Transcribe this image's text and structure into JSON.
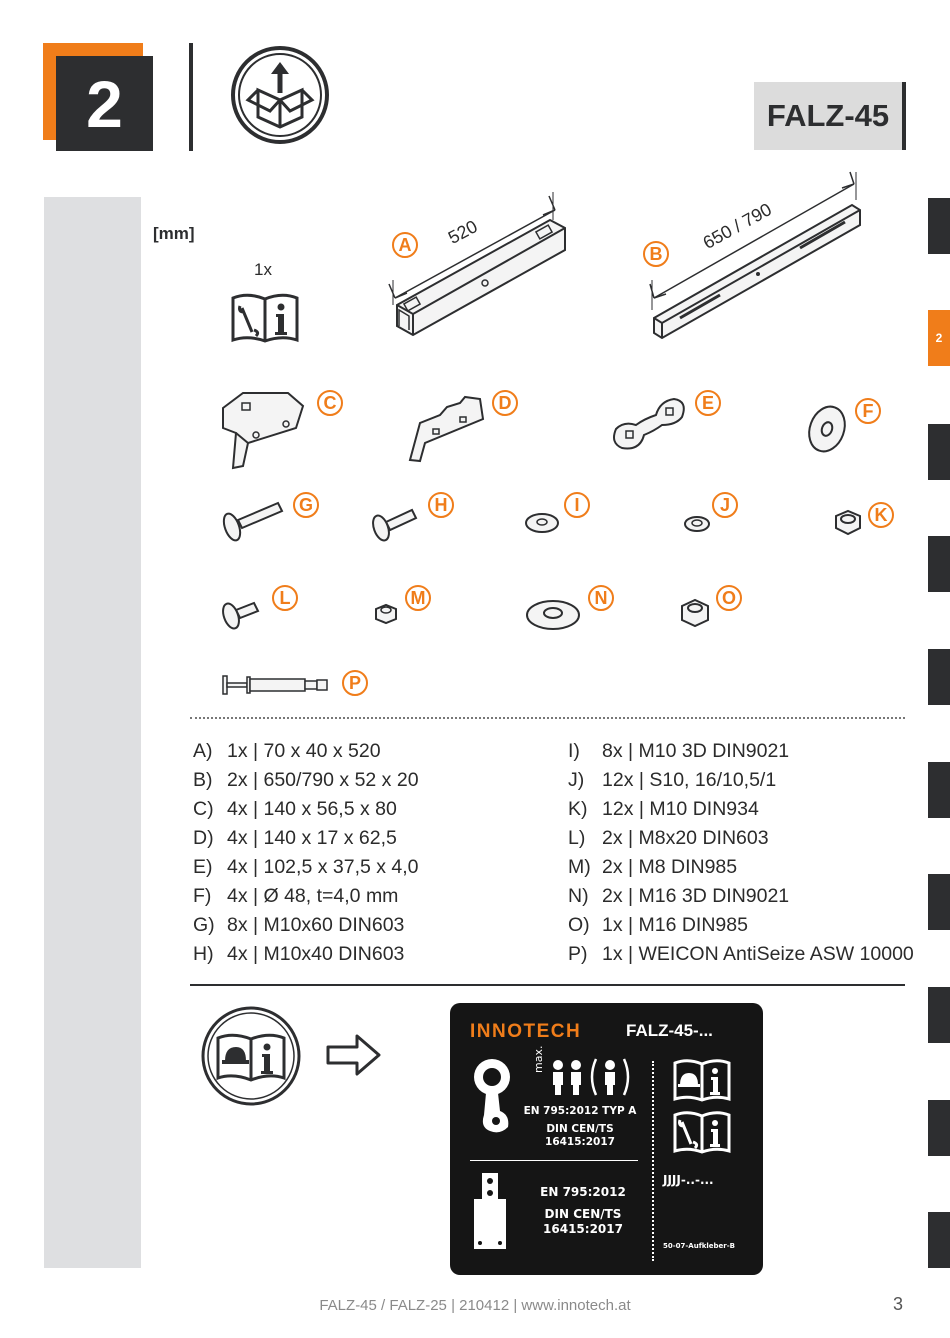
{
  "header": {
    "step_number": "2",
    "model": "FALZ-45"
  },
  "units": "[mm]",
  "manual_quantity": "1x",
  "side_tab_active": "2",
  "parts": [
    {
      "letter": "A",
      "dimension": "520"
    },
    {
      "letter": "B",
      "dimension": "650 / 790"
    },
    {
      "letter": "C"
    },
    {
      "letter": "D"
    },
    {
      "letter": "E"
    },
    {
      "letter": "F"
    },
    {
      "letter": "G"
    },
    {
      "letter": "H"
    },
    {
      "letter": "I"
    },
    {
      "letter": "J"
    },
    {
      "letter": "K"
    },
    {
      "letter": "L"
    },
    {
      "letter": "M"
    },
    {
      "letter": "N"
    },
    {
      "letter": "O"
    },
    {
      "letter": "P"
    }
  ],
  "parts_list_left": [
    {
      "key": "A)",
      "desc": "1x | 70 x 40 x 520"
    },
    {
      "key": "B)",
      "desc": "2x | 650/790 x 52 x 20"
    },
    {
      "key": "C)",
      "desc": "4x | 140 x 56,5 x 80"
    },
    {
      "key": "D)",
      "desc": "4x | 140 x 17 x 62,5"
    },
    {
      "key": "E)",
      "desc": "4x | 102,5 x 37,5 x 4,0"
    },
    {
      "key": "F)",
      "desc": "4x | Ø 48, t=4,0 mm"
    },
    {
      "key": "G)",
      "desc": "8x | M10x60 DIN603"
    },
    {
      "key": "H)",
      "desc": "4x | M10x40 DIN603"
    }
  ],
  "parts_list_right": [
    {
      "key": "I)",
      "desc": "8x | M10 3D DIN9021"
    },
    {
      "key": "J)",
      "desc": "12x | S10, 16/10,5/1"
    },
    {
      "key": "K)",
      "desc": "12x | M10 DIN934"
    },
    {
      "key": "L)",
      "desc": "2x | M8x20 DIN603"
    },
    {
      "key": "M)",
      "desc": "2x | M8 DIN985"
    },
    {
      "key": "N)",
      "desc": "2x | M16 3D DIN9021"
    },
    {
      "key": "O)",
      "desc": "1x | M16 DIN985"
    },
    {
      "key": "P)",
      "desc": "1x | WEICON AntiSeize ASW 10000"
    }
  ],
  "label": {
    "brand": "INNOTECH",
    "model": "FALZ-45-...",
    "max": "max.",
    "standard_1": "EN 795:2012 TYP A",
    "din_1a": "DIN CEN/TS",
    "din_1b": "16415:2017",
    "standard_2": "EN 795:2012",
    "din_2a": "DIN CEN/TS",
    "din_2b": "16415:2017",
    "date_code": "JJJJ-..-...",
    "sticker_code": "50-07-Aufkleber-B"
  },
  "footer": {
    "text": "FALZ-45 / FALZ-25 | 210412 | www.innotech.at",
    "page": "3"
  },
  "colors": {
    "accent": "#f07d1a",
    "dark": "#2d2e30",
    "grey_panel": "#dedfe1"
  }
}
